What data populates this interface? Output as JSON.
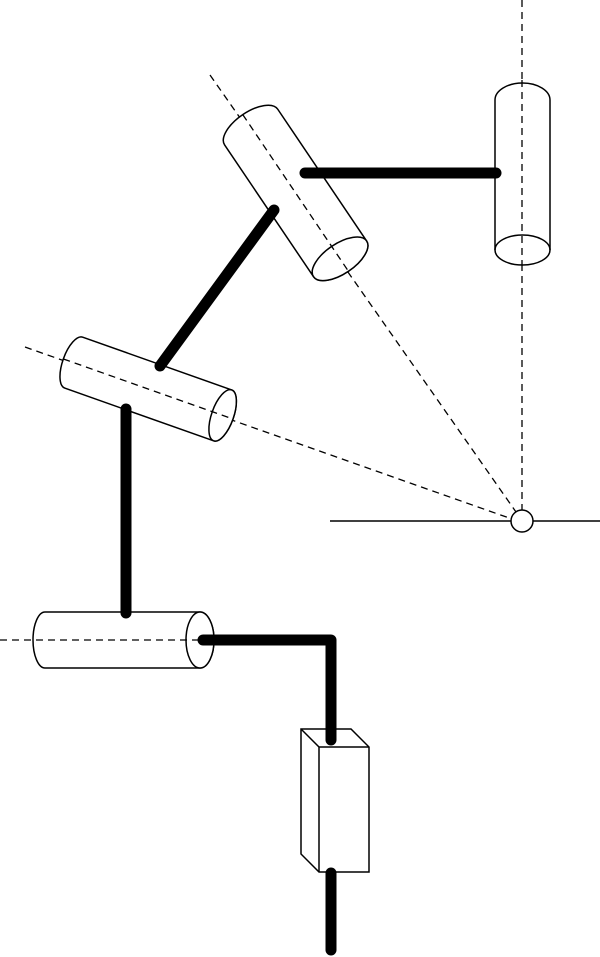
{
  "diagram": {
    "kind": "serial-manipulator-kinematic-sketch",
    "line_color": "#000000",
    "background_color": "#ffffff",
    "joints": [
      {
        "id": "joint-1",
        "type": "revolute",
        "axis_orientation": "vertical"
      },
      {
        "id": "joint-2",
        "type": "revolute",
        "axis_orientation": "inclined"
      },
      {
        "id": "joint-3",
        "type": "revolute",
        "axis_orientation": "inclined"
      },
      {
        "id": "joint-4",
        "type": "revolute",
        "axis_orientation": "horizontal"
      },
      {
        "id": "joint-5",
        "type": "prismatic",
        "axis_orientation": "vertical"
      }
    ],
    "axes_intersect_at_common_point": true
  }
}
